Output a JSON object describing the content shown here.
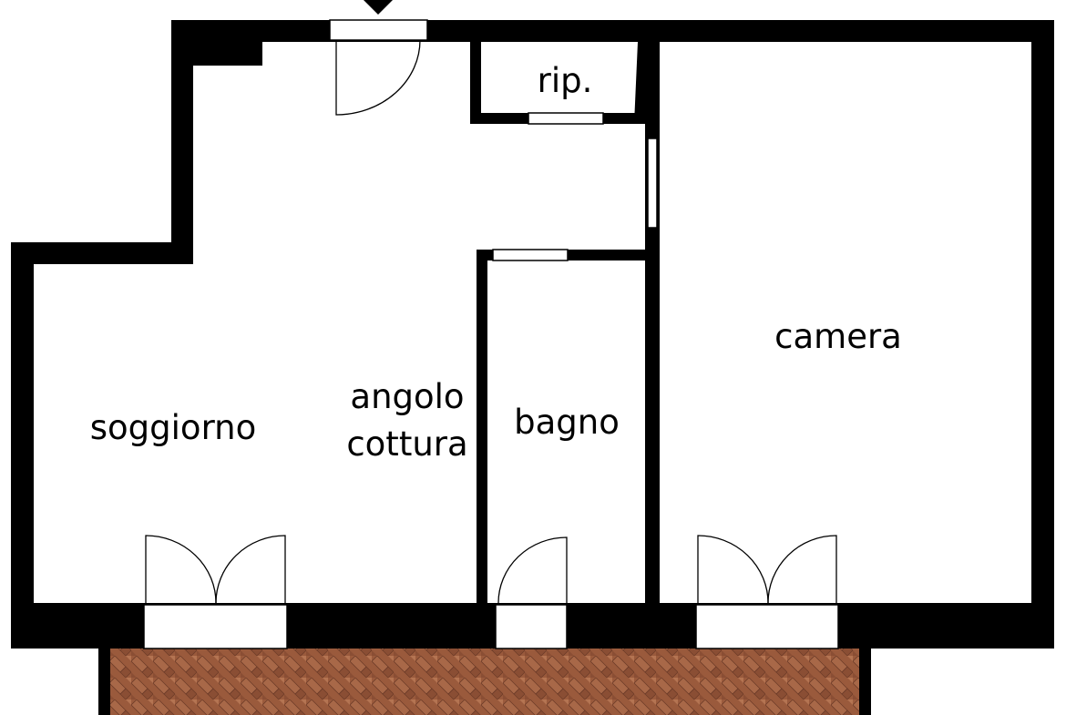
{
  "rooms": {
    "soggiorno": "soggiorno",
    "angolo_line1": "angolo",
    "angolo_line2": "cottura",
    "bagno": "bagno",
    "camera": "camera",
    "rip": "rip."
  },
  "colors": {
    "wall": "#000000",
    "floor": "#ffffff",
    "terrace": "#9a5a3c",
    "terrace_dark": "#7e4630",
    "terrace_light": "#b87a58",
    "terrace_border": "#000000"
  },
  "icons": {
    "entrance": "entrance-arrow-icon"
  }
}
